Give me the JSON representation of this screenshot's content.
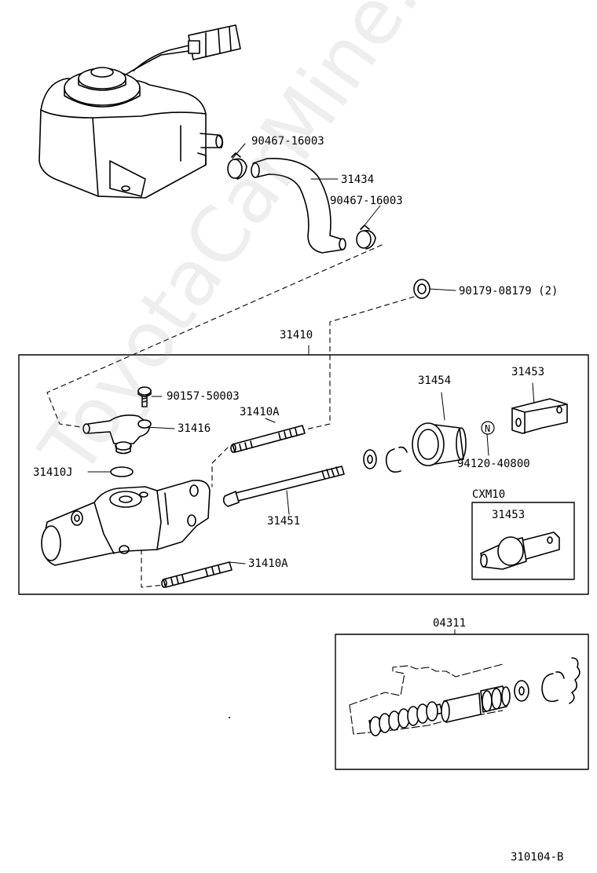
{
  "parts": {
    "clamp_upper": "90467-16003",
    "hose": "31434",
    "clamp_lower": "90467-16003",
    "grommet": "90179-08179 (2)",
    "assembly": "31410",
    "bolt": "90157-50003",
    "stud_upper": "31410A",
    "union": "31416",
    "boot": "31454",
    "clevis": "31453",
    "nut_marker": "N",
    "nut": "94120-40800",
    "o_ring": "31410J",
    "push_rod": "31451",
    "stud_lower": "31410A",
    "variant_label": "CXM10",
    "variant_clevis": "31453",
    "kit": "04311"
  },
  "diagram_id": "310104-B",
  "watermark": "ToyotaCarMine.ru"
}
